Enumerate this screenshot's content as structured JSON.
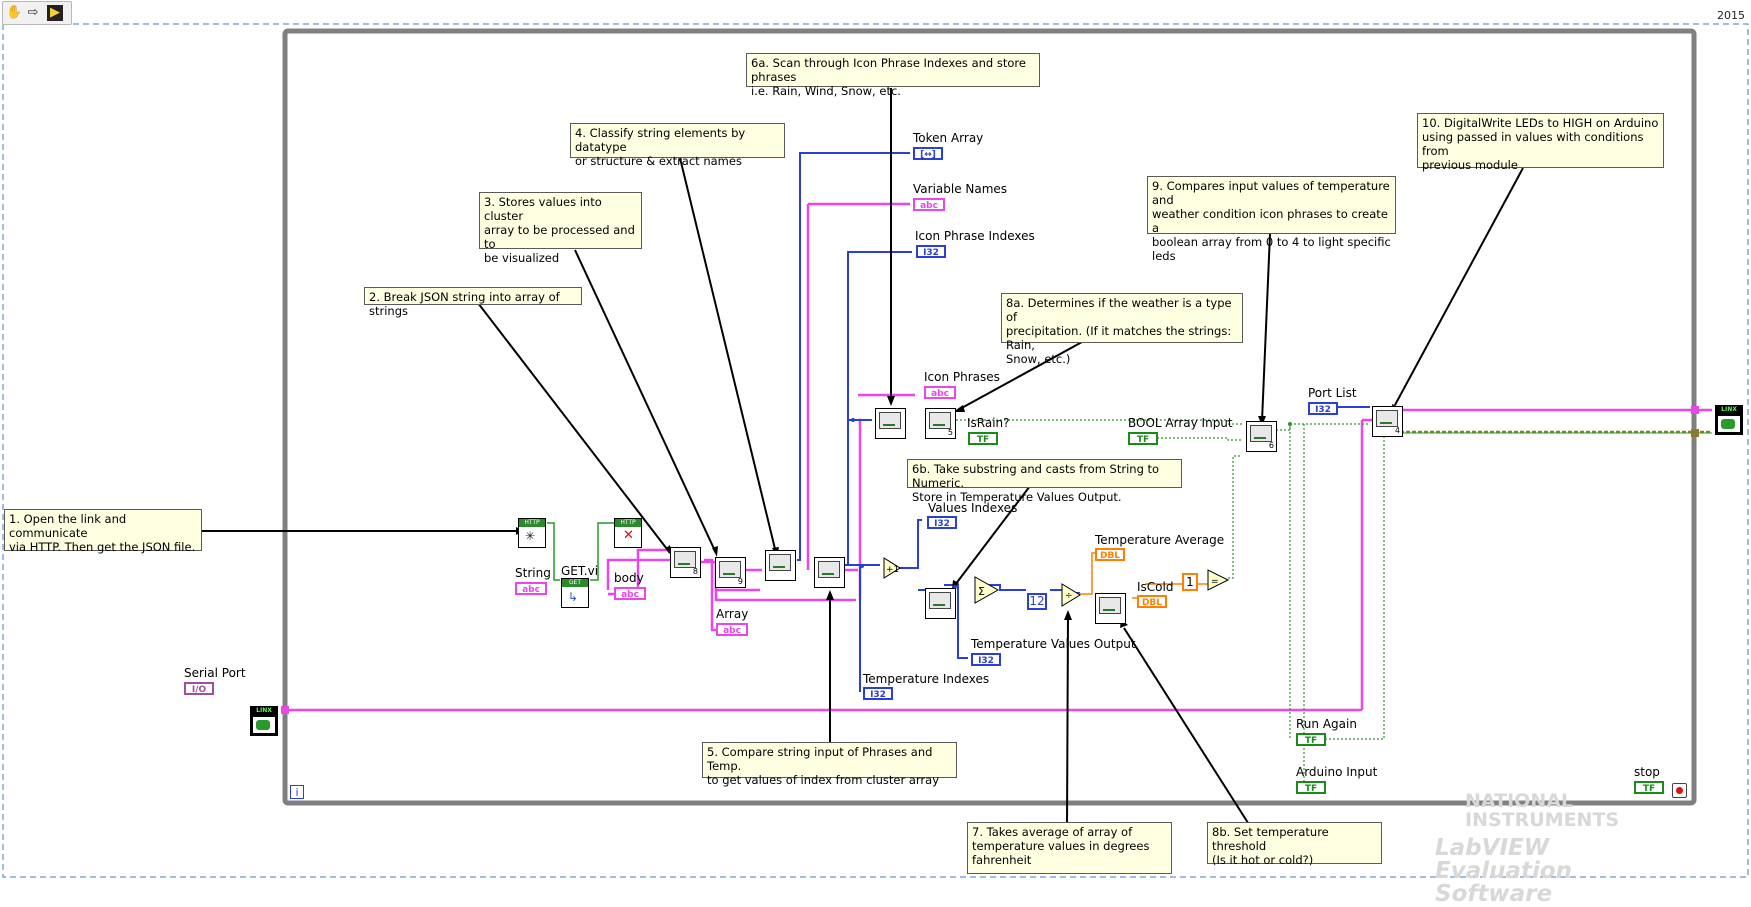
{
  "toolbar": {
    "icons": [
      "hand-icon",
      "run-arrow-icon",
      "run-continuously-icon"
    ]
  },
  "version": "2015",
  "notes": {
    "n1": "1. Open the link and communicate\nvia HTTP. Then get the JSON file.",
    "n2": "2. Break JSON string into array of strings",
    "n3": "3. Stores values  into  cluster\narray to be processed and to\nbe visualized",
    "n4": "4. Classify string elements by datatype\nor structure & extract names",
    "n5": "5. Compare string input of Phrases and Temp.\nto get values of index from cluster array",
    "n6a": "6a. Scan through Icon Phrase Indexes and store phrases\ni.e. Rain, Wind, Snow, etc.",
    "n6b": "6b. Take substring and casts from String to Numeric.\nStore in Temperature Values Output.",
    "n7": "7. Takes average of array  of\ntemperature values in degrees\nfahrenheit",
    "n8a": "8a. Determines if the weather is a type of\nprecipitation. (If it matches the strings: Rain,\nSnow, etc.)",
    "n8b": "8b. Set temperature threshold\n(Is it hot or cold?)",
    "n9": "9. Compares input values of temperature and\nweather condition icon phrases to create a\nboolean array from 0 to 4 to light specific leds",
    "n10": "10. DigitalWrite LEDs to HIGH on Arduino\nusing passed in values with conditions from\nprevious module"
  },
  "labels": {
    "token_array": "Token Array",
    "variable_names": "Variable Names",
    "icon_phrase_indexes": "Icon Phrase Indexes",
    "icon_phrases": "Icon Phrases",
    "is_rain": "IsRain?",
    "bool_array_input": "BOOL Array Input",
    "port_list": "Port List",
    "string": "String",
    "get_vi": "GET.vi",
    "body": "body",
    "array": "Array",
    "values_indexes": "Values Indexes",
    "temperature_average": "Temperature Average",
    "is_cold": "IsCold",
    "temperature_values_output": "Temperature Values Output",
    "temperature_indexes": "Temperature Indexes",
    "serial_port": "Serial Port",
    "run_again": "Run Again",
    "arduino_input": "Arduino Input",
    "stop": "stop"
  },
  "terminals": {
    "str": "abc",
    "i32": "I32",
    "arr": "[↔]",
    "bool": "TF",
    "dbl": "DBL",
    "io": "I/O"
  },
  "constants": {
    "twelve": "12",
    "one": "1"
  },
  "subvi_numbers": {
    "n8": "8",
    "n9": "9",
    "n5": "5",
    "n6": "6",
    "n4": "4"
  },
  "block_icons": {
    "http": "HTTP",
    "get": "GET",
    "linx": "LINX",
    "iteration": "i"
  },
  "watermark": {
    "line1": "NATIONAL",
    "line2": "INSTRUMENTS",
    "line3": "LabVIEW Evaluation Software"
  },
  "colors": {
    "string_wire": "#ea46ea",
    "int_wire": "#2a3fd6",
    "bool_wire": "#1a8a1a",
    "dbl_wire": "#ff8000",
    "loop_border": "#808080",
    "dashed_border": "#3d78c8",
    "resource_wire": "#8a7a2a"
  }
}
